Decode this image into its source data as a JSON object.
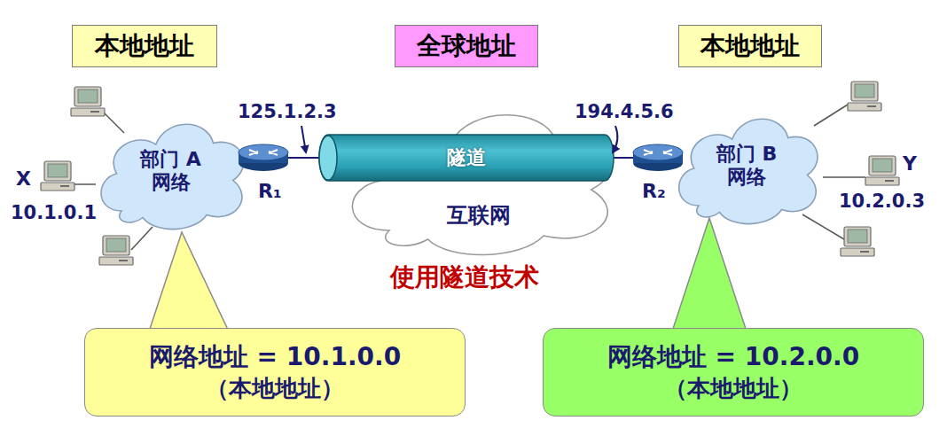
{
  "diagram": {
    "nodes": [
      {
        "text": [
          "本地地址"
        ]
      },
      {
        "text": [
          "全球地址"
        ]
      },
      {
        "text": [
          "本地地址"
        ]
      },
      {
        "text": [
          "部门 A 网络"
        ]
      },
      {
        "text": [
          "互联网"
        ]
      },
      {
        "text": [
          "隧道"
        ]
      },
      {
        "text": [
          "部门 B 网络"
        ]
      },
      {
        "text": [
          "网络地址 = 10.1.0.0",
          "（本地地址）"
        ]
      },
      {
        "text": [
          "网络地址 = 10.2.0.0",
          "（本地地址）"
        ]
      }
    ],
    "labels": [
      "125.1.2.3",
      "194.4.5.6",
      "X",
      "10.1.0.1",
      "R₁",
      "R₂",
      "Y",
      "10.2.0.3",
      "使用隧道技术"
    ]
  }
}
